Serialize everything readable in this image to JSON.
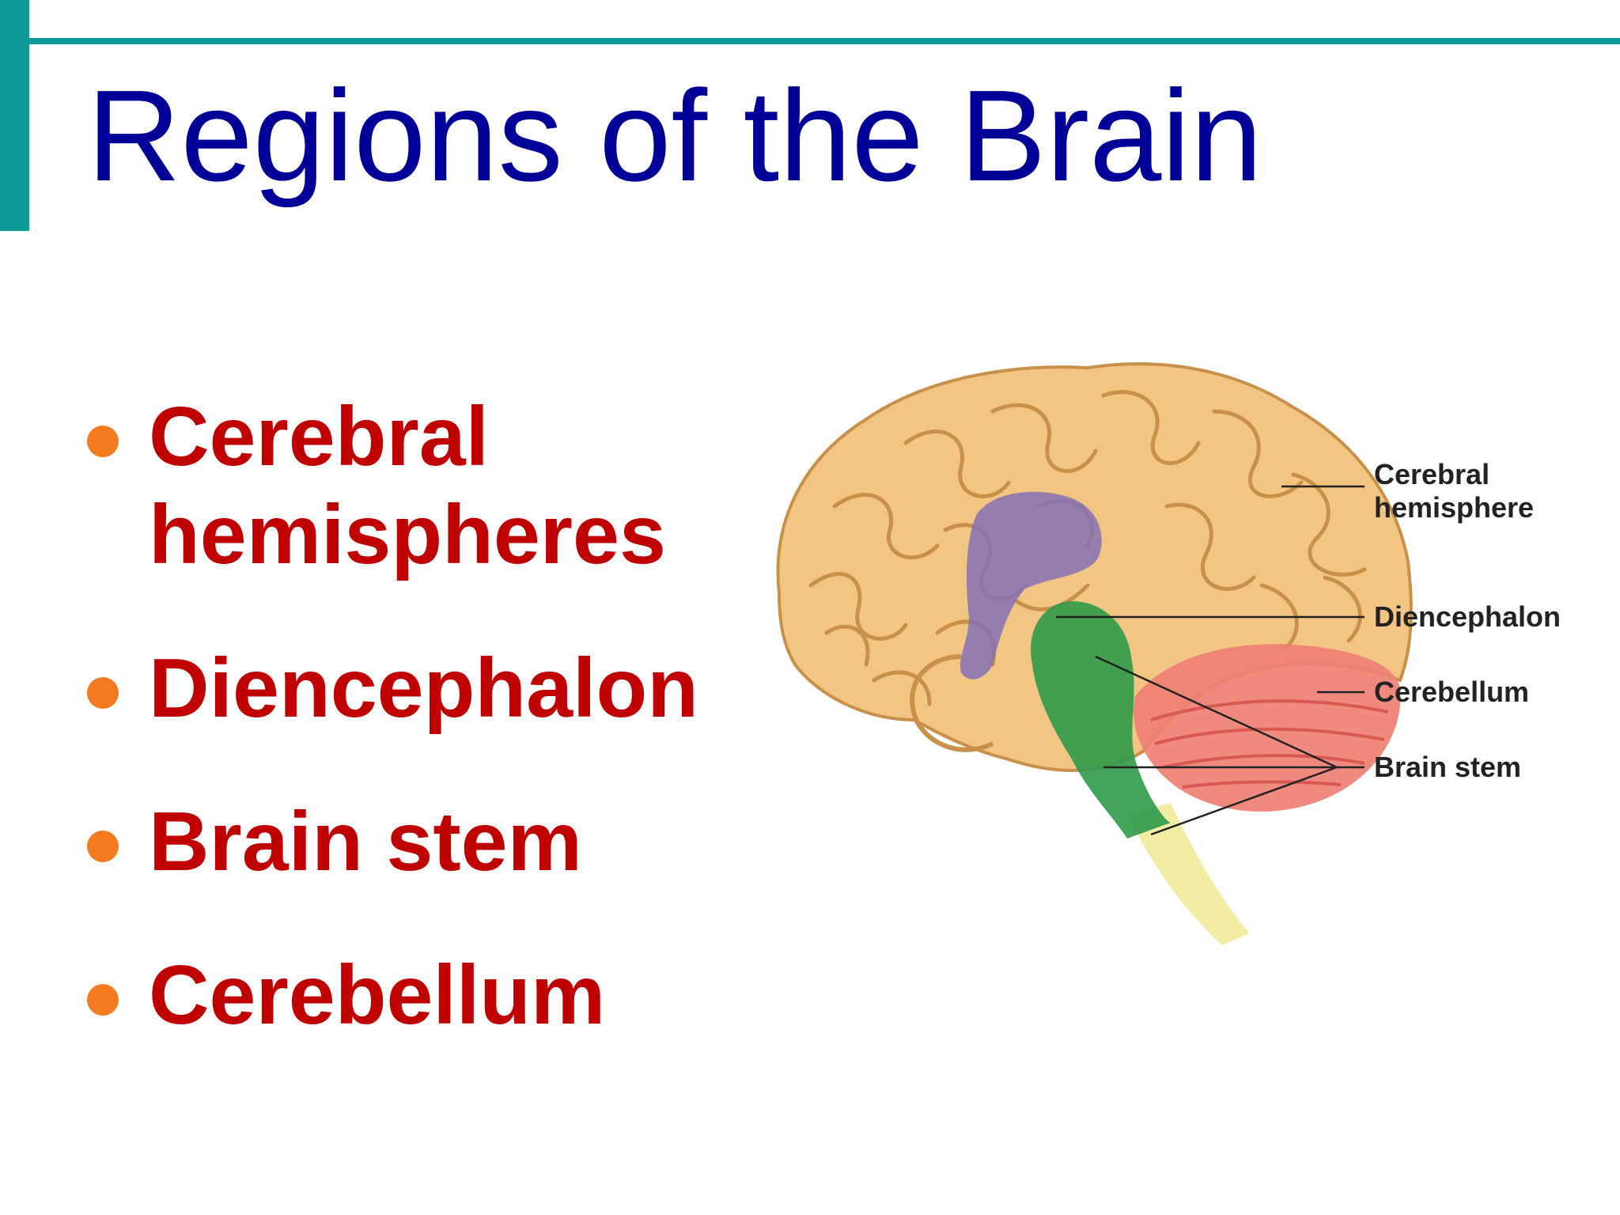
{
  "slide": {
    "title": "Regions of the Brain",
    "bullets": [
      {
        "line1": "Cerebral",
        "line2": "hemispheres"
      },
      {
        "line1": "Diencephalon"
      },
      {
        "line1": "Brain stem"
      },
      {
        "line1": "Cerebellum"
      }
    ]
  },
  "diagram": {
    "labels": {
      "cerebral_line1": "Cerebral",
      "cerebral_line2": "hemisphere",
      "diencephalon": "Diencephalon",
      "cerebellum": "Cerebellum",
      "brain_stem": "Brain stem"
    }
  },
  "colors": {
    "accent": "#0e9b97",
    "title": "#000099",
    "bullet_text": "#c00000",
    "bullet_dot": "#f47b20",
    "cerebrum": "#f3c582",
    "cerebrum_outline": "#c89048",
    "diencephalon": "#8471b5",
    "cerebellum": "#ef8074",
    "brain_stem": "#2f9a4a",
    "spinal_cord": "#f2ea9a"
  }
}
